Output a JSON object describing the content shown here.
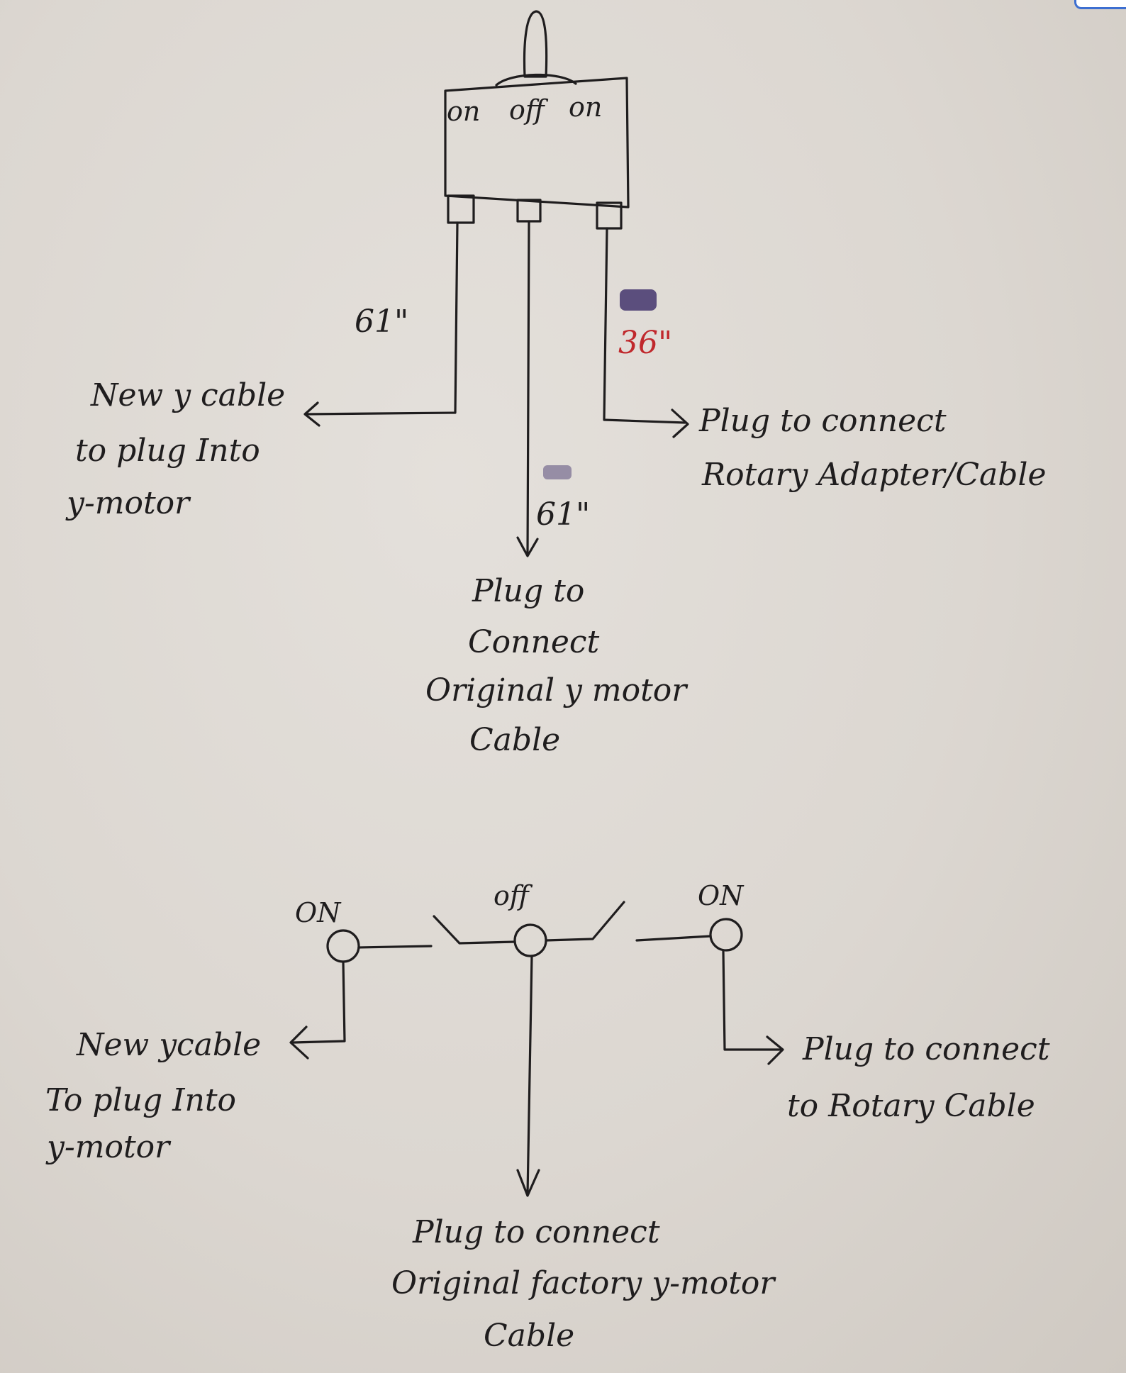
{
  "top_diagram": {
    "switch_positions": [
      "on",
      "off",
      "on"
    ],
    "left_wire_length": "61\"",
    "middle_wire_length": "61\"",
    "right_wire_length": "36\"",
    "left_label": [
      "New y cable",
      "to plug Into",
      "y-motor"
    ],
    "middle_label": [
      "Plug to",
      "Connect",
      "Original y motor",
      "Cable"
    ],
    "right_label": [
      "Plug to connect",
      "Rotary Adapter/Cable"
    ]
  },
  "bottom_diagram": {
    "left_terminal_label": "ON",
    "middle_terminal_label": "off",
    "right_terminal_label": "ON",
    "left_label": [
      "New ycable",
      "To plug Into",
      "y-motor"
    ],
    "middle_label": [
      "Plug to connect",
      "Original factory y-motor",
      "Cable"
    ],
    "right_label": [
      "Plug to connect",
      "to Rotary Cable"
    ]
  },
  "colors": {
    "ink": "#1f1d1e",
    "red_ink": "#c0282c",
    "blue_scribble": "#3a2a66",
    "paper": "#dcd7d1"
  }
}
